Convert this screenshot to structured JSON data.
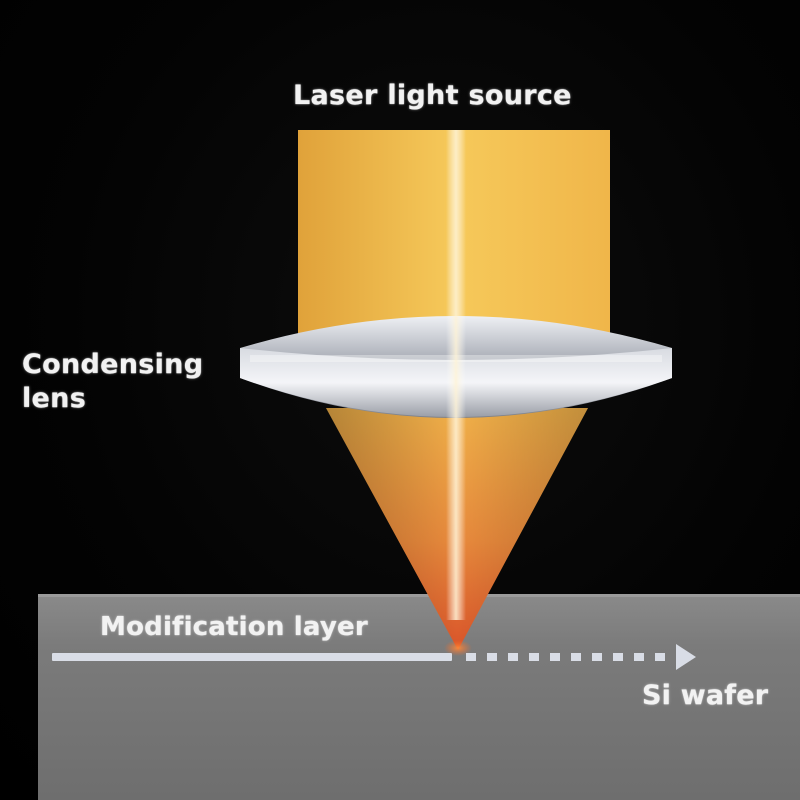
{
  "labels": {
    "laser_source": "Laser light source",
    "condensing_lens_line1": "Condensing",
    "condensing_lens_line2": "lens",
    "modification_layer": "Modification layer",
    "si_wafer": "Si wafer"
  },
  "colors": {
    "background": "#000000",
    "beam_top": "#f4c64c",
    "beam_cone": "#e9733a",
    "lens": "#c9ccd3",
    "wafer": "#7d7d7d",
    "text": "#f2f2f2",
    "layer_line": "#d9dde6"
  }
}
